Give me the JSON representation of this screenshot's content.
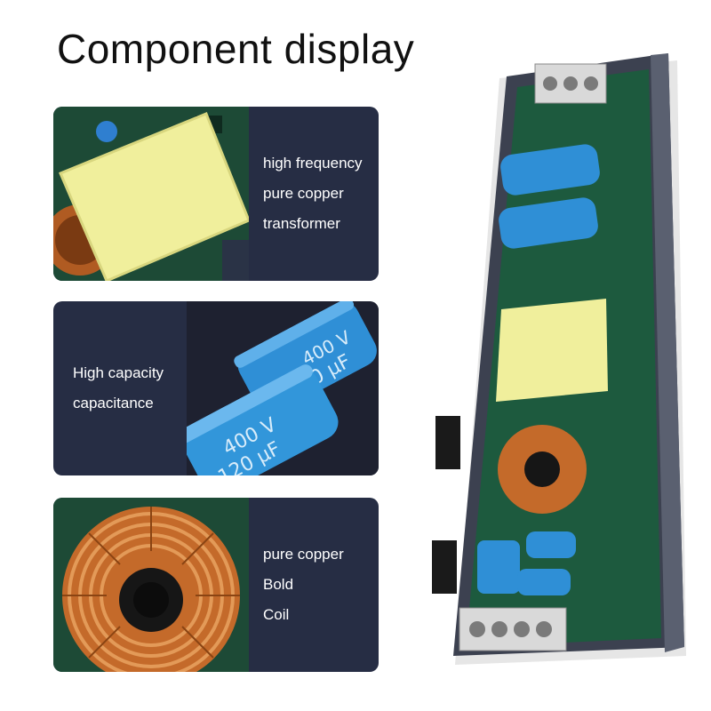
{
  "page": {
    "title": "Component display"
  },
  "cards": [
    {
      "lines": [
        "high frequency",
        "pure copper",
        "transformer"
      ],
      "image": "transformer-photo"
    },
    {
      "lines": [
        "High capacity",
        "capacitance"
      ],
      "image": "capacitor-photo",
      "capacitor_markings": [
        "400 V",
        "120 µF"
      ]
    },
    {
      "lines": [
        "pure copper",
        "Bold",
        "Coil"
      ],
      "image": "copper-coil-photo"
    }
  ],
  "product": {
    "image": "power-supply-pcb-photo"
  },
  "colors": {
    "card_bg": "#262d44",
    "text": "#ffffff",
    "title": "#111111",
    "transformer": "#f0ef9c",
    "capacitor": "#2f8fd6",
    "copper": "#c46a2a",
    "pcb": "#1d5a3e"
  }
}
